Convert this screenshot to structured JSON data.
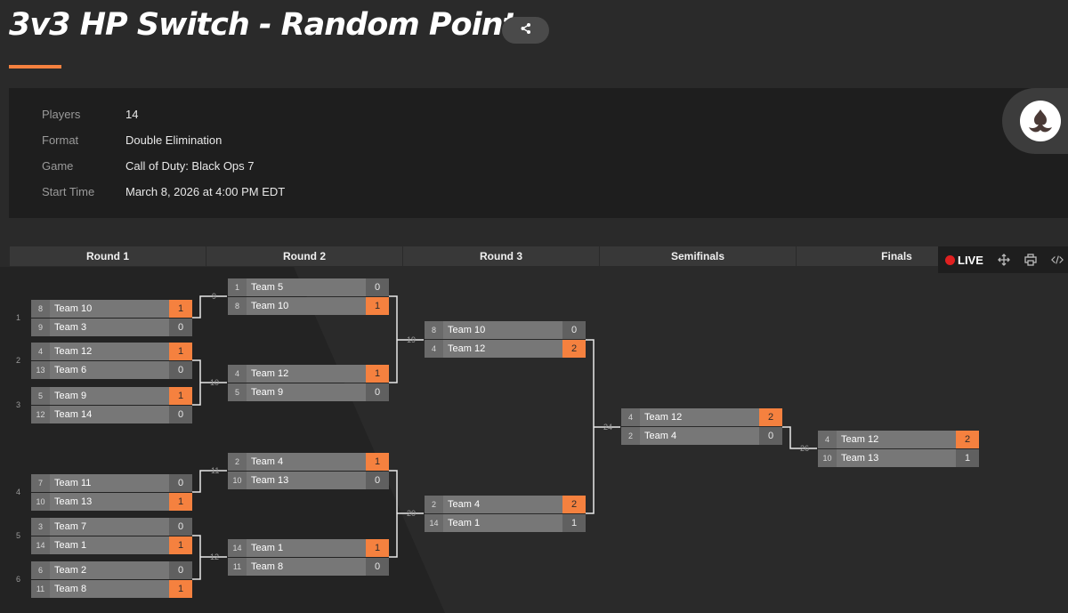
{
  "title": "3v3 HP Switch - Random Points",
  "info": [
    {
      "key": "Players",
      "value": "14"
    },
    {
      "key": "Format",
      "value": "Double Elimination"
    },
    {
      "key": "Game",
      "value": "Call of Duty: Black Ops 7"
    },
    {
      "key": "Start Time",
      "value": "March 8, 2026 at 4:00 PM EDT"
    }
  ],
  "rounds": [
    "Round 1",
    "Round 2",
    "Round 3",
    "Semifinals",
    "Finals"
  ],
  "toolbar": {
    "live_label": "LIVE"
  },
  "colors": {
    "accent": "#f5813f",
    "background": "#2a2a2a",
    "panel": "#1e1e1e",
    "live": "#e02020"
  },
  "icons": [
    "share-icon",
    "move-icon",
    "print-icon",
    "embed-code-icon"
  ],
  "matches": [
    {
      "id": "1",
      "top": {
        "seed": "8",
        "name": "Team 10",
        "score": "1",
        "win": true
      },
      "bottom": {
        "seed": "9",
        "name": "Team 3",
        "score": "0",
        "win": false
      }
    },
    {
      "id": "2",
      "top": {
        "seed": "4",
        "name": "Team 12",
        "score": "1",
        "win": true
      },
      "bottom": {
        "seed": "13",
        "name": "Team 6",
        "score": "0",
        "win": false
      }
    },
    {
      "id": "3",
      "top": {
        "seed": "5",
        "name": "Team 9",
        "score": "1",
        "win": true
      },
      "bottom": {
        "seed": "12",
        "name": "Team 14",
        "score": "0",
        "win": false
      }
    },
    {
      "id": "4",
      "top": {
        "seed": "7",
        "name": "Team 11",
        "score": "0",
        "win": false
      },
      "bottom": {
        "seed": "10",
        "name": "Team 13",
        "score": "1",
        "win": true
      }
    },
    {
      "id": "5",
      "top": {
        "seed": "3",
        "name": "Team 7",
        "score": "0",
        "win": false
      },
      "bottom": {
        "seed": "14",
        "name": "Team 1",
        "score": "1",
        "win": true
      }
    },
    {
      "id": "6",
      "top": {
        "seed": "6",
        "name": "Team 2",
        "score": "0",
        "win": false
      },
      "bottom": {
        "seed": "11",
        "name": "Team 8",
        "score": "1",
        "win": true
      }
    },
    {
      "id": "9",
      "top": {
        "seed": "1",
        "name": "Team 5",
        "score": "0",
        "win": false
      },
      "bottom": {
        "seed": "8",
        "name": "Team 10",
        "score": "1",
        "win": true
      }
    },
    {
      "id": "10",
      "top": {
        "seed": "4",
        "name": "Team 12",
        "score": "1",
        "win": true
      },
      "bottom": {
        "seed": "5",
        "name": "Team 9",
        "score": "0",
        "win": false
      }
    },
    {
      "id": "11",
      "top": {
        "seed": "2",
        "name": "Team 4",
        "score": "1",
        "win": true
      },
      "bottom": {
        "seed": "10",
        "name": "Team 13",
        "score": "0",
        "win": false
      }
    },
    {
      "id": "12",
      "top": {
        "seed": "14",
        "name": "Team 1",
        "score": "1",
        "win": true
      },
      "bottom": {
        "seed": "11",
        "name": "Team 8",
        "score": "0",
        "win": false
      }
    },
    {
      "id": "19",
      "top": {
        "seed": "8",
        "name": "Team 10",
        "score": "0",
        "win": false
      },
      "bottom": {
        "seed": "4",
        "name": "Team 12",
        "score": "2",
        "win": true
      }
    },
    {
      "id": "20",
      "top": {
        "seed": "2",
        "name": "Team 4",
        "score": "2",
        "win": true
      },
      "bottom": {
        "seed": "14",
        "name": "Team 1",
        "score": "1",
        "win": false
      }
    },
    {
      "id": "24",
      "top": {
        "seed": "4",
        "name": "Team 12",
        "score": "2",
        "win": true
      },
      "bottom": {
        "seed": "2",
        "name": "Team 4",
        "score": "0",
        "win": false
      }
    },
    {
      "id": "26",
      "top": {
        "seed": "4",
        "name": "Team 12",
        "score": "2",
        "win": true
      },
      "bottom": {
        "seed": "10",
        "name": "Team 13",
        "score": "1",
        "win": false
      }
    }
  ]
}
